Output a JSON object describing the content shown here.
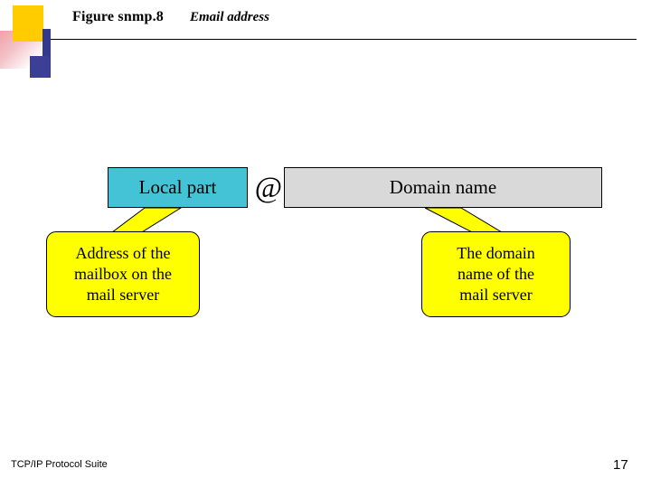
{
  "slide": {
    "title": "Figure snmp.8",
    "subtitle": "Email address",
    "footer_left": "TCP/IP Protocol Suite",
    "page_number": "17"
  },
  "diagram": {
    "type": "callout-diagram",
    "boxes": [
      {
        "id": "local-part",
        "label": "Local part",
        "color": "#45c3d6"
      },
      {
        "id": "at-sign",
        "label": "@",
        "color": "#ffffff"
      },
      {
        "id": "domain-name",
        "label": "Domain name",
        "color": "#d9d9d9"
      }
    ],
    "callouts": [
      {
        "id": "local-part-callout",
        "lines": [
          "Address of the",
          "mailbox on the",
          "mail server"
        ],
        "color": "#ffff00"
      },
      {
        "id": "domain-name-callout",
        "lines": [
          "The domain",
          "name of the",
          "mail server"
        ],
        "color": "#ffff00"
      }
    ]
  }
}
